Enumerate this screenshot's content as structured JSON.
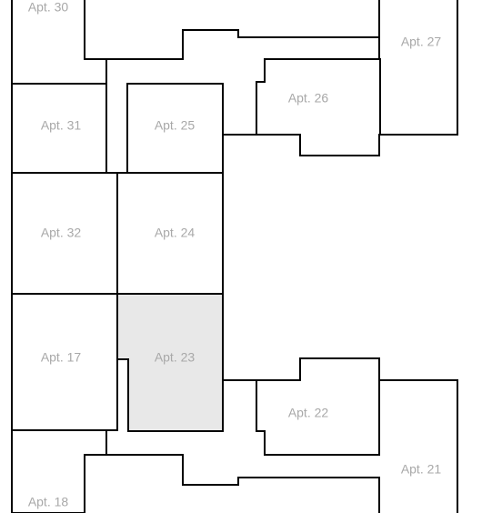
{
  "floorplan": {
    "selected_color": "#e8e8e8",
    "apartments": [
      {
        "id": "apt-30",
        "label": "Apt. 30",
        "selected": false
      },
      {
        "id": "apt-27",
        "label": "Apt. 27",
        "selected": false
      },
      {
        "id": "apt-26",
        "label": "Apt. 26",
        "selected": false
      },
      {
        "id": "apt-31",
        "label": "Apt. 31",
        "selected": false
      },
      {
        "id": "apt-25",
        "label": "Apt. 25",
        "selected": false
      },
      {
        "id": "apt-32",
        "label": "Apt. 32",
        "selected": false
      },
      {
        "id": "apt-24",
        "label": "Apt. 24",
        "selected": false
      },
      {
        "id": "apt-17",
        "label": "Apt. 17",
        "selected": false
      },
      {
        "id": "apt-23",
        "label": "Apt. 23",
        "selected": true
      },
      {
        "id": "apt-22",
        "label": "Apt. 22",
        "selected": false
      },
      {
        "id": "apt-21",
        "label": "Apt. 21",
        "selected": false
      },
      {
        "id": "apt-18",
        "label": "Apt. 18",
        "selected": false
      }
    ]
  }
}
